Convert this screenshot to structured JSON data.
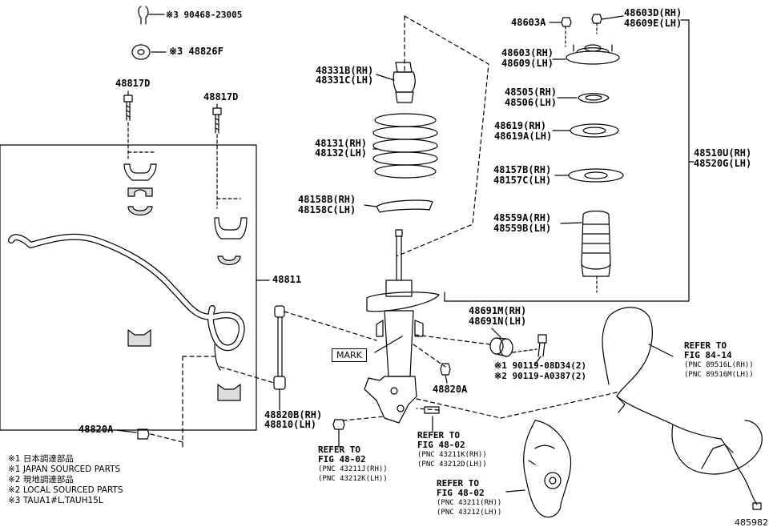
{
  "diagram_id": "485982",
  "mark_label": "MARK",
  "parts": {
    "p_90468": "※3 90468-23005",
    "p_48826F": "※3 48826F",
    "p_48817D_left": "48817D",
    "p_48817D_right": "48817D",
    "p_48811": "48811",
    "p_48820A_left": "48820A",
    "p_48820A_right": "48820A",
    "p_48820B": "48820B(RH)",
    "p_48810": "48810(LH)",
    "p_48331B": "48331B(RH)",
    "p_48331C": "48331C(LH)",
    "p_48131": "48131(RH)",
    "p_48132": "48132(LH)",
    "p_48158B": "48158B(RH)",
    "p_48158C": "48158C(LH)",
    "p_48603A": "48603A",
    "p_48603D": "48603D(RH)",
    "p_48609E": "48609E(LH)",
    "p_48603": "48603(RH)",
    "p_48609": "48609(LH)",
    "p_48505": "48505(RH)",
    "p_48506": "48506(LH)",
    "p_48619": "48619(RH)",
    "p_48619A": "48619A(LH)",
    "p_48157B": "48157B(RH)",
    "p_48157C": "48157C(LH)",
    "p_48559A": "48559A(RH)",
    "p_48559B": "48559B(LH)",
    "p_48510U": "48510U(RH)",
    "p_48520G": "48520G(LH)",
    "p_48691M": "48691M(RH)",
    "p_48691N": "48691N(LH)",
    "p_90119_08D34": "※1 90119-08D34(2)",
    "p_90119_A0387": "※2 90119-A0387(2)"
  },
  "refs": {
    "ref1": {
      "l1": "REFER TO",
      "l2": "FIG 48-02",
      "l3": "(PNC 43211J(RH))",
      "l4": "(PNC 43212K(LH))"
    },
    "ref2": {
      "l1": "REFER TO",
      "l2": "FIG 48-02",
      "l3": "(PNC 43211K(RH))",
      "l4": "(PNC 43212D(LH))"
    },
    "ref3": {
      "l1": "REFER TO",
      "l2": "FIG 48-02",
      "l3": "(PNC 43211(RH))",
      "l4": "(PNC 43212(LH))"
    },
    "ref4": {
      "l1": "REFER TO",
      "l2": "FIG 84-14",
      "l3": "(PNC 89516L(RH))",
      "l4": "(PNC 89516M(LH))"
    }
  },
  "notes": [
    "※1 日本調達部品",
    "※1 JAPAN SOURCED PARTS",
    "※2 現地調達部品",
    "※2 LOCAL SOURCED PARTS",
    "※3 TAUA1#L,TAUH15L"
  ]
}
